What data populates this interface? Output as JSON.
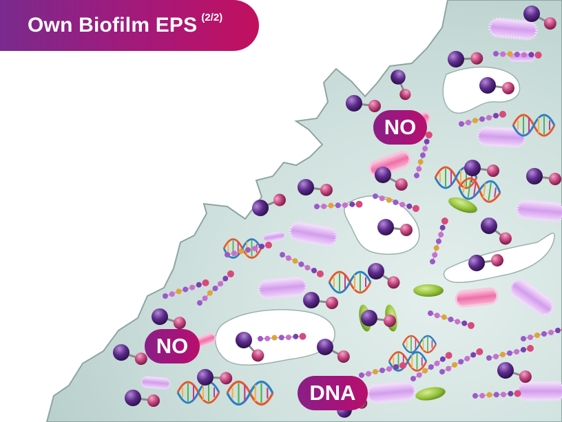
{
  "title": {
    "text": "Own Biofilm EPS",
    "suffix": "(2/2)"
  },
  "labels": {
    "no_top": "NO",
    "no_bottom": "NO",
    "dna": "DNA"
  },
  "colors": {
    "banner_start": "#7a2a8e",
    "banner_end": "#c2105f",
    "matrix": "#c9dcd9",
    "pink_bacteria": "#f07ab0",
    "lilac_bacteria": "#d9a6f0",
    "no_purple": "#5c2a8a",
    "no_pink": "#c8477e",
    "green_particle": "#9ac63a"
  }
}
